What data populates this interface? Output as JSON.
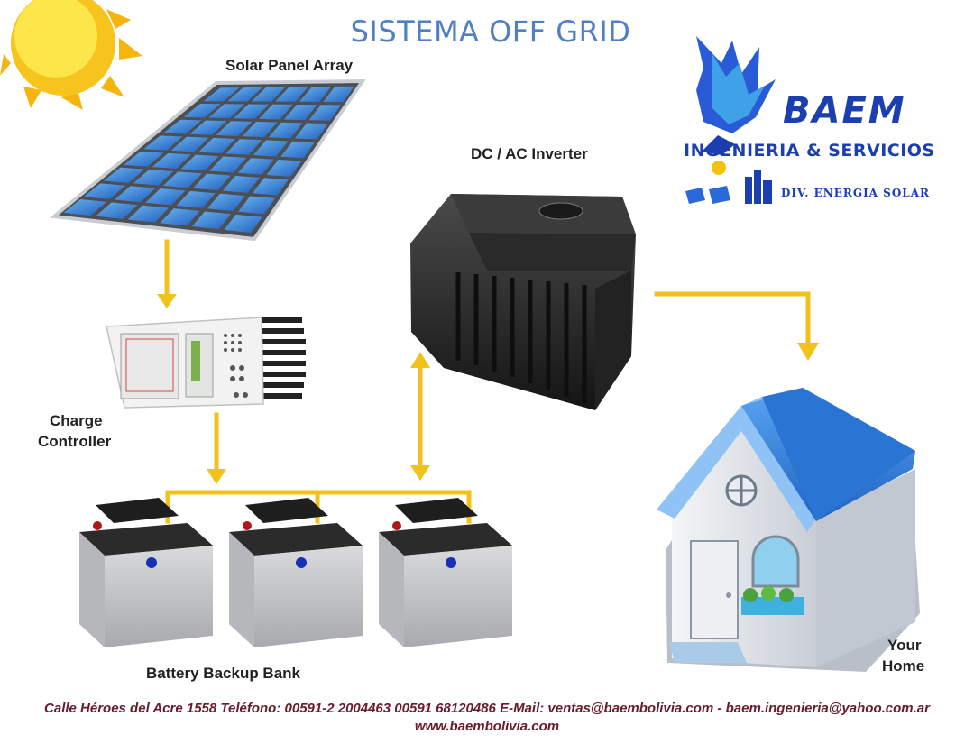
{
  "title": "SISTEMA OFF GRID",
  "labels": {
    "solar_panel": "Solar Panel Array",
    "inverter": "DC / AC Inverter",
    "charge_controller_line1": "Charge",
    "charge_controller_line2": "Controller",
    "battery": "Battery Backup Bank",
    "home_line1": "Your",
    "home_line2": "Home"
  },
  "logo": {
    "name": "BAEM",
    "subtitle": "INGENIERIA & SERVICIOS",
    "division": "DIV. ENERGIA SOLAR"
  },
  "footer": {
    "line1": "Calle Héroes del Acre 1558  Teléfono: 00591-2 2004463  00591 68120486   E-Mail:  ventas@baembolivia.com - baem.ingenieria@yahoo.com.ar",
    "line2": "www.baembolivia.com"
  },
  "colors": {
    "title": "#4f7fc4",
    "arrow": "#f2c21c",
    "logo": "#1b3fb0",
    "footer": "#6a1a2a"
  }
}
